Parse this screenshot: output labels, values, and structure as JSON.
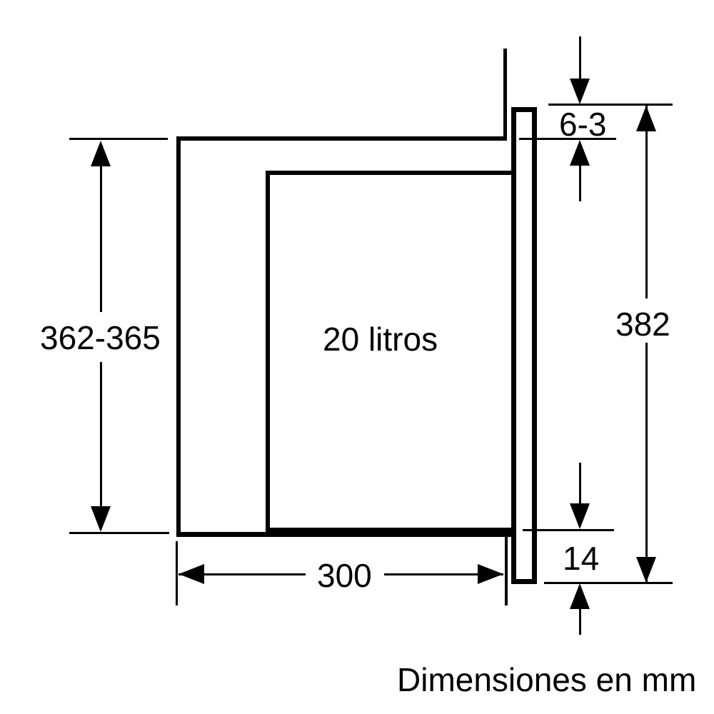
{
  "colors": {
    "line": "#000000",
    "background": "#ffffff",
    "text": "#000000"
  },
  "diagram": {
    "footer": "Dimensiones en mm",
    "cavity_label": "20 litros",
    "dims": {
      "niche_height": "362-365",
      "top_clearance": "6-3",
      "total_height": "382",
      "bottom_clearance": "14",
      "niche_depth": "300"
    }
  }
}
